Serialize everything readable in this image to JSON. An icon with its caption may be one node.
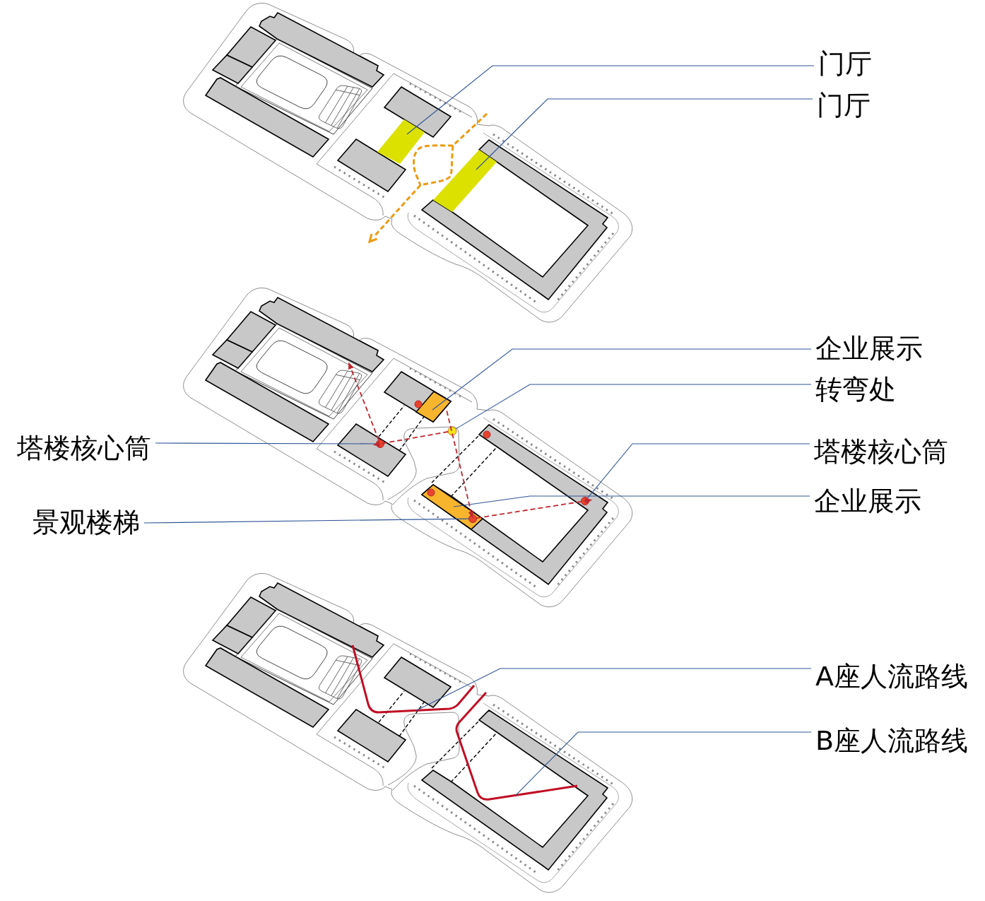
{
  "diagram": {
    "nodes": [
      {
        "text": [
          "门厅"
        ]
      },
      {
        "text": [
          "门厅"
        ]
      },
      {
        "text": [
          "企业展示"
        ]
      },
      {
        "text": [
          "转弯处"
        ]
      },
      {
        "text": [
          "塔楼核心筒"
        ]
      },
      {
        "text": [
          "塔楼核心筒"
        ]
      },
      {
        "text": [
          "企业展示"
        ]
      },
      {
        "text": [
          "景观楼梯"
        ]
      },
      {
        "text": [
          "A座人流路线"
        ]
      },
      {
        "text": [
          "B座人流路线"
        ]
      },
      {
        "text": [],
        "shape": "bar"
      },
      {
        "text": [],
        "shape": "bar"
      },
      {
        "text": [],
        "shape": "box"
      },
      {
        "text": [],
        "shape": "circle"
      },
      {
        "text": [],
        "shape": "circle"
      },
      {
        "text": [],
        "shape": "circle"
      },
      {
        "text": [],
        "shape": "box"
      },
      {
        "text": [],
        "shape": "circle",
        "in": 16
      },
      {
        "text": [],
        "shape": "line"
      },
      {
        "text": [],
        "shape": "line"
      }
    ],
    "edges": [
      {
        "from": 0,
        "to": 10,
        "arrow": "none"
      },
      {
        "from": 1,
        "to": 11,
        "arrow": "none"
      },
      {
        "from": 2,
        "to": 12,
        "arrow": "none"
      },
      {
        "from": 3,
        "to": 13,
        "arrow": "none"
      },
      {
        "from": 4,
        "to": 14,
        "arrow": "none"
      },
      {
        "from": 5,
        "to": 15,
        "arrow": "none"
      },
      {
        "from": 6,
        "to": 16,
        "arrow": "none"
      },
      {
        "from": 7,
        "to": 17,
        "arrow": "none"
      },
      {
        "from": 8,
        "to": 18,
        "arrow": "none"
      },
      {
        "from": 9,
        "to": 19,
        "arrow": "none"
      },
      {
        "from": 14,
        "to": null,
        "arrow": "to",
        "style": "dashed",
        "color": "#c0282e"
      },
      {
        "from": 13,
        "to": 14,
        "arrow": "to",
        "style": "dashed",
        "color": "#c0282e"
      },
      {
        "from": 12,
        "to": 17,
        "arrow": "to",
        "style": "dashed",
        "color": "#c0282e"
      },
      {
        "from": 17,
        "to": 15,
        "arrow": "to",
        "style": "dashed",
        "color": "#c0282e"
      }
    ]
  }
}
